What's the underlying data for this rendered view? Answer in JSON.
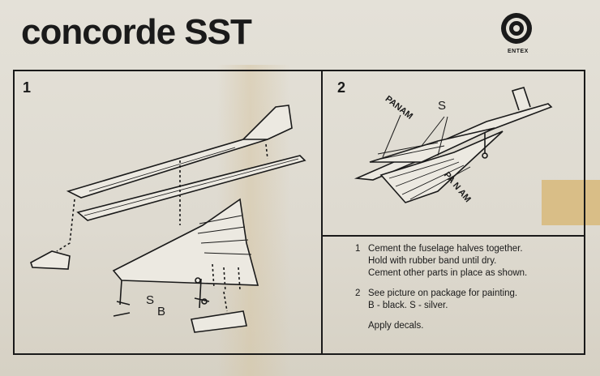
{
  "title": "concorde SST",
  "brand": "ENTEX",
  "steps": {
    "one": "1",
    "two": "2"
  },
  "labels": {
    "s_left": "S",
    "b_left": "B",
    "s_right": "S",
    "panam_upper": "PANAM",
    "panam_lower": "PA N AM"
  },
  "instructions": [
    {
      "num": "1",
      "lines": [
        "Cement the fuselage halves together.",
        "Hold with rubber band until dry.",
        "Cement other parts in place as shown."
      ]
    },
    {
      "num": "2",
      "lines": [
        "See picture on package for painting.",
        "B - black.  S - silver."
      ]
    }
  ],
  "final_note": "Apply decals."
}
